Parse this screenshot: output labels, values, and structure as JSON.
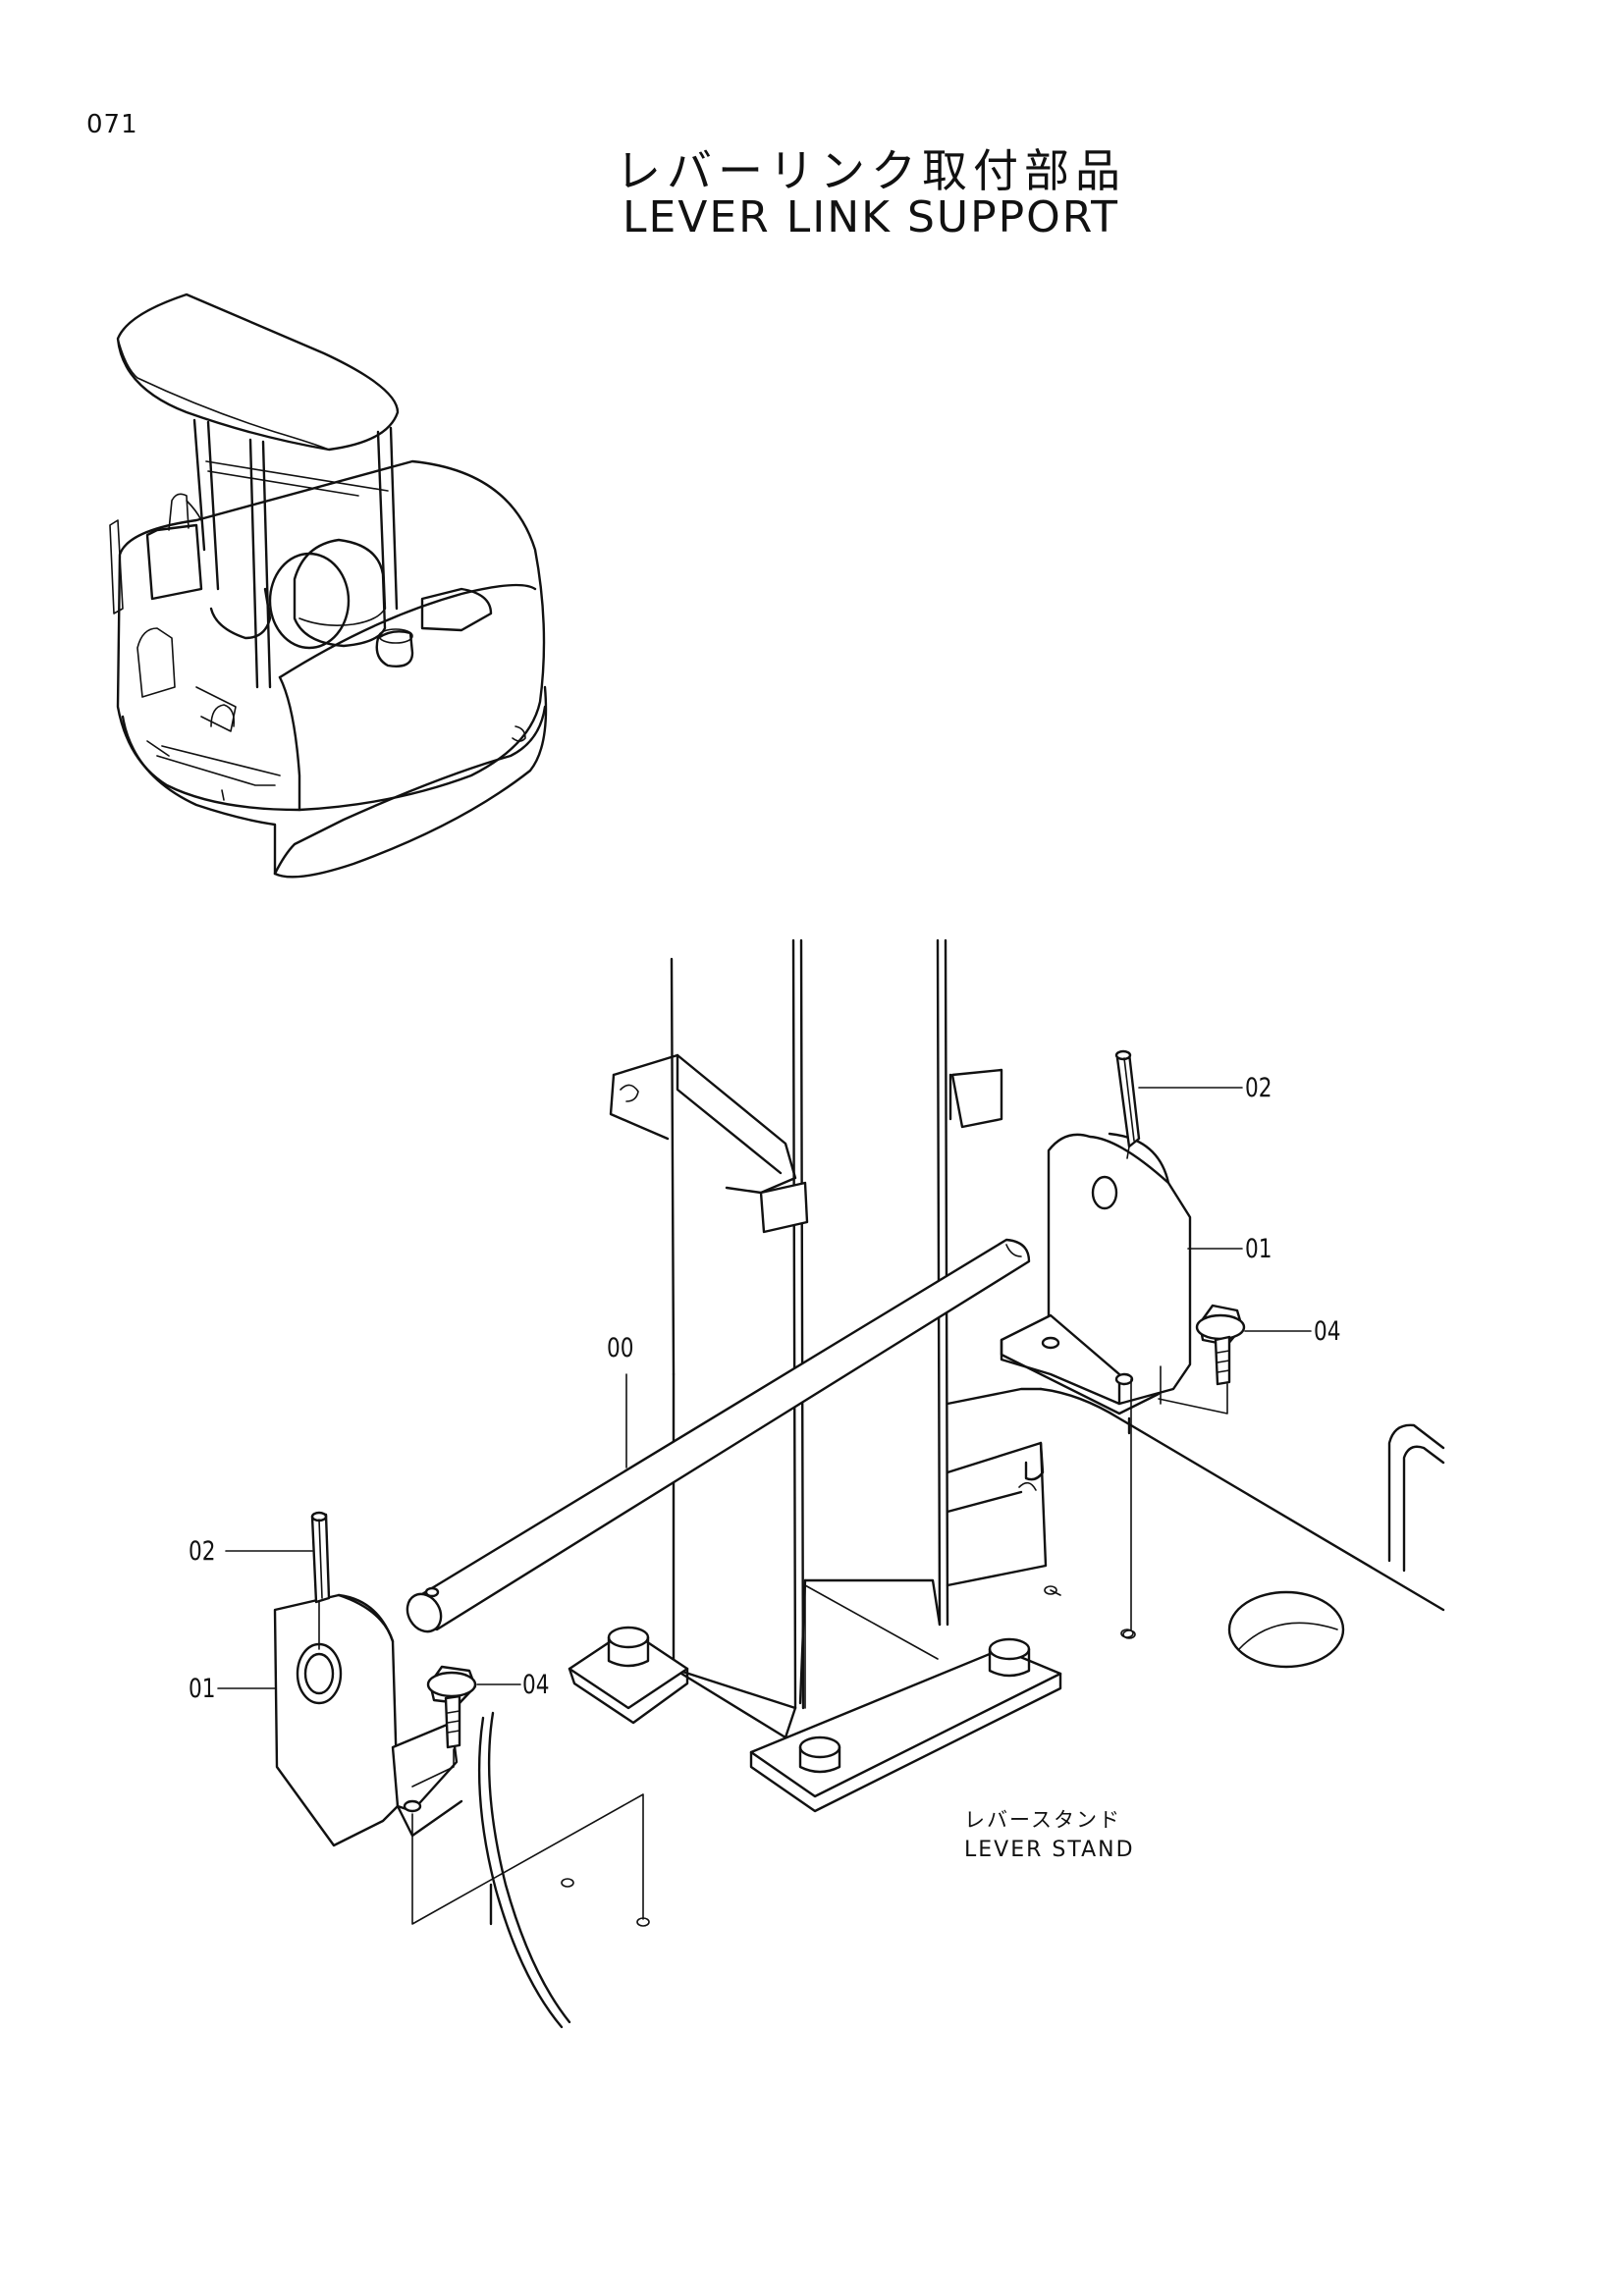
{
  "page": {
    "number": "071",
    "title_jp": "レバーリンク取付部品",
    "title_en": "LEVER LINK SUPPORT"
  },
  "callouts": [
    {
      "id": "02-right",
      "label": "02"
    },
    {
      "id": "01-right",
      "label": "01"
    },
    {
      "id": "04-right",
      "label": "04"
    },
    {
      "id": "00-pin",
      "label": "00"
    },
    {
      "id": "02-left",
      "label": "02"
    },
    {
      "id": "01-left",
      "label": "01"
    },
    {
      "id": "04-left",
      "label": "04"
    }
  ],
  "annotation": {
    "stand_jp": "レバースタンド",
    "stand_en": "LEVER STAND"
  }
}
